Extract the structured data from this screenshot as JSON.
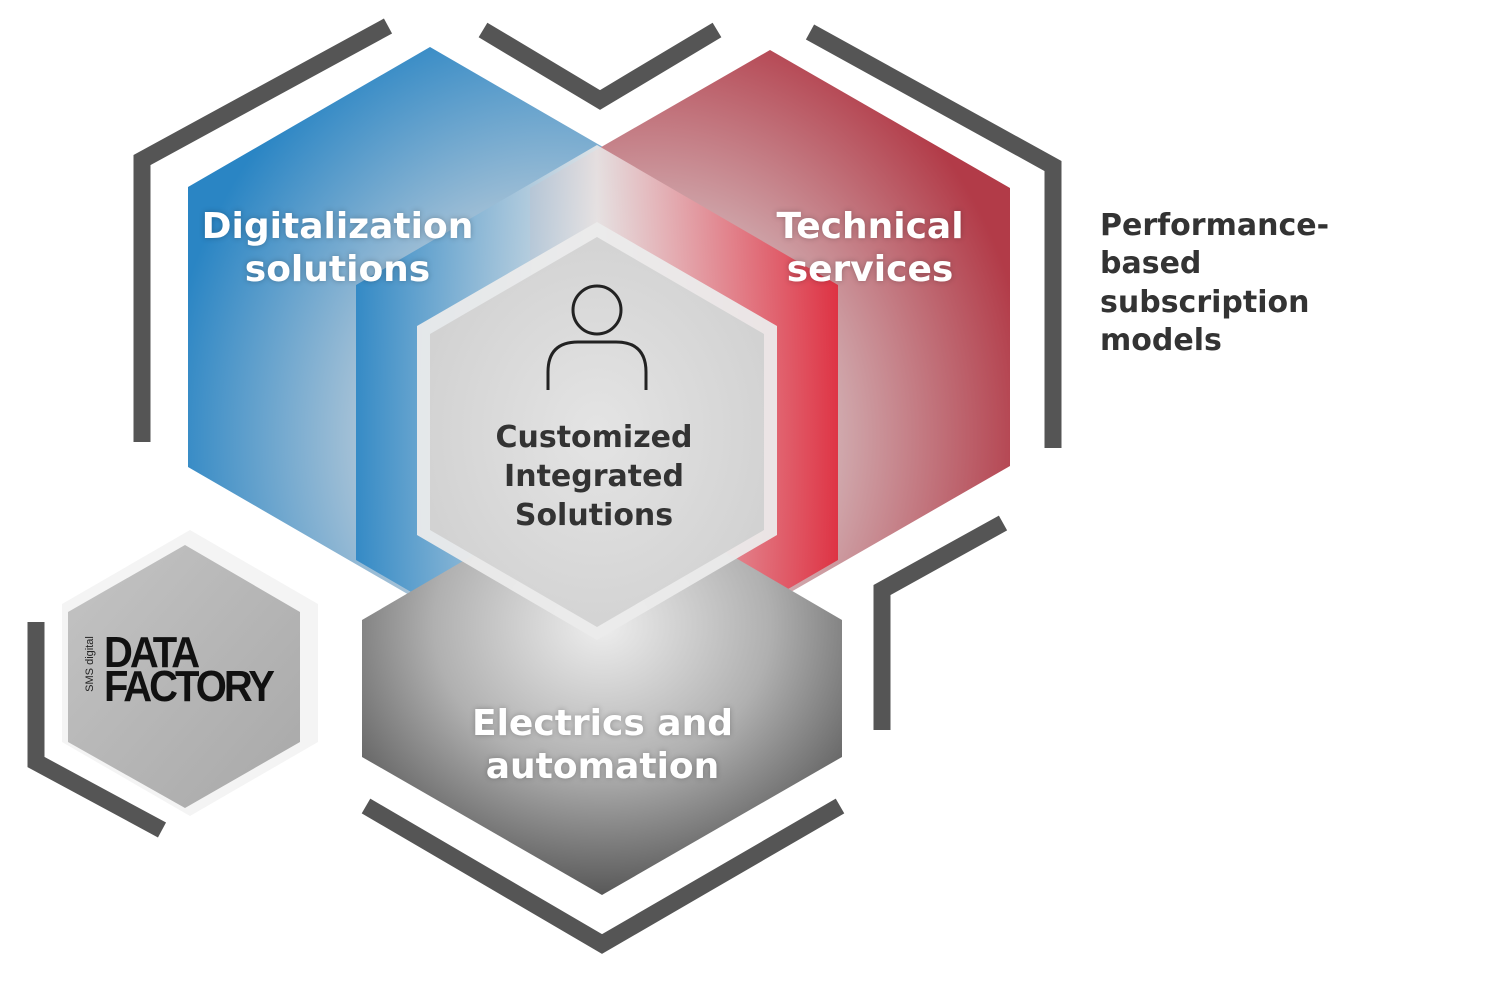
{
  "diagram": {
    "center": "Customized Integrated Solutions",
    "center_lines": [
      "Customized",
      "Integrated",
      "Solutions"
    ],
    "center_icon": "person-icon",
    "segments": [
      {
        "lines": [
          "Digitalization",
          "solutions"
        ],
        "color": "#2e86c1"
      },
      {
        "lines": [
          "Technical",
          "services"
        ],
        "color": "#b5404d"
      },
      {
        "lines": [
          "Electrics and",
          "automation"
        ],
        "color": "#555555"
      }
    ],
    "side_label": "Performance-\nbased\nsubscription\nmodels",
    "logo": {
      "main_line1": "DATA",
      "main_line2": "FACTORY",
      "sub": "SMS digital"
    }
  }
}
